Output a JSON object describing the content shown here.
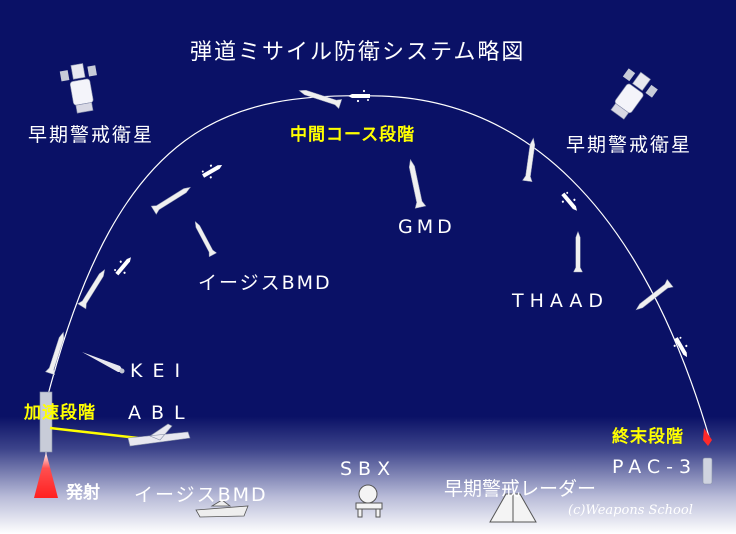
{
  "title": "弾道ミサイル防衛システム略図",
  "phases": {
    "boost": "加速段階",
    "midcourse": "中間コース段階",
    "terminal": "終末段階"
  },
  "launch_label": "発射",
  "systems": {
    "satellite_left": "早期警戒衛星",
    "satellite_right": "早期警戒衛星",
    "gmd": "GMD",
    "aegis_bmd_upper": "イージスBMD",
    "thaad": "THAAD",
    "kei": "KEI",
    "abl": "ABL",
    "sbx": "SBX",
    "aegis_bmd_ship": "イージスBMD",
    "early_warning_radar": "早期警戒レーダー",
    "pac3": "PAC-3"
  },
  "credit": "(c)Weapons School",
  "colors": {
    "background": "#0a1166",
    "phase_text": "#ffff00",
    "label_text": "#ffffff",
    "trajectory": "#ffffff",
    "laser": "#ffff00",
    "plume": "#ff3030"
  }
}
